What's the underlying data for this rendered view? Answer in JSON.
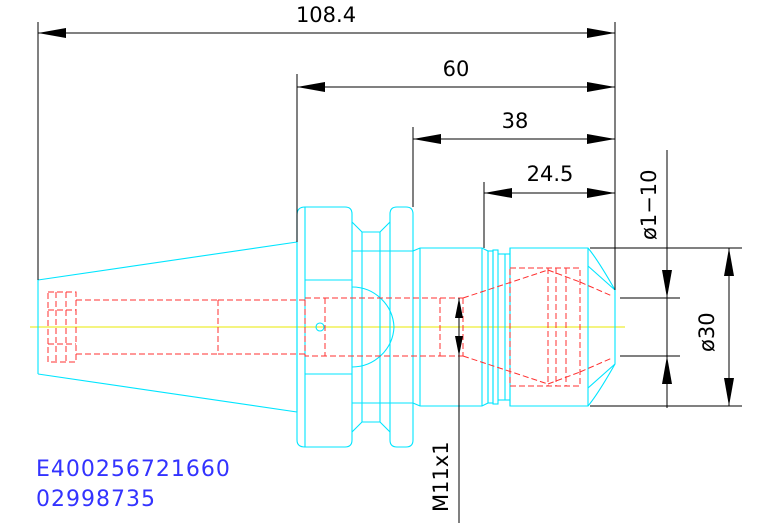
{
  "dimensions": {
    "overall_length": "108.4",
    "flange_to_nose": "60",
    "body_length": "38",
    "nose_length": "24.5",
    "clamp_range": "ø1−10",
    "nose_diameter": "ø30",
    "thread": "M11x1"
  },
  "codes": {
    "part_number": "E400256721660",
    "order_number": "02998735"
  },
  "colors": {
    "outline": "#00e5ff",
    "hidden": "#ff3030",
    "centerline": "#e8e800",
    "dimension": "#000000",
    "code_text": "#3333ff"
  }
}
